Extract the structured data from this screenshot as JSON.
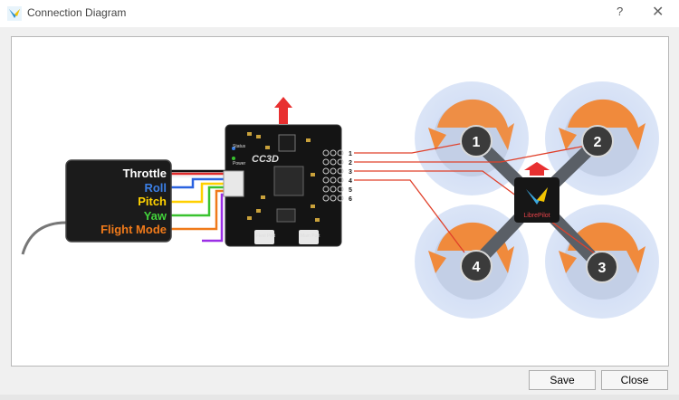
{
  "window": {
    "title": "Connection Diagram",
    "help_glyph": "?",
    "close_glyph": "✕"
  },
  "receiver": {
    "channels": [
      {
        "label": "Throttle",
        "color": "#ffffff"
      },
      {
        "label": "Roll",
        "color": "#3b7fe6"
      },
      {
        "label": "Pitch",
        "color": "#ffd200"
      },
      {
        "label": "Yaw",
        "color": "#42d23b"
      },
      {
        "label": "Flight Mode",
        "color": "#f07a1a"
      }
    ]
  },
  "board": {
    "name": "CC3D",
    "status_label": "Status",
    "power_label": "Power",
    "flexi_port_label": "Flexi Port",
    "main_port_label": "Main Port",
    "output_numbers": [
      "1",
      "2",
      "3",
      "4",
      "5",
      "6"
    ]
  },
  "frame": {
    "logo_text": "LibrePilot",
    "motors": [
      "1",
      "2",
      "3",
      "4"
    ]
  },
  "buttons": {
    "save": "Save",
    "close": "Close"
  },
  "colors": {
    "motor_arrow": "#f08a3c",
    "prop_disc": "#d3dff5",
    "wire_red": "#e0402a"
  }
}
